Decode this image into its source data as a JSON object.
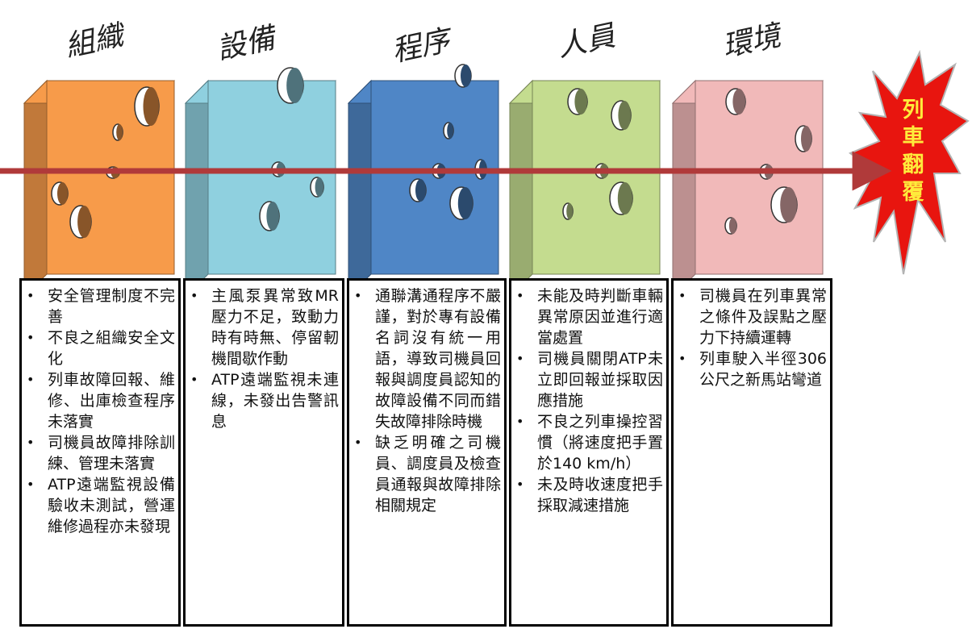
{
  "layers": [
    {
      "label": "組織",
      "color": "#f79b4a",
      "items": [
        "安全管理制度不完善",
        "不良之組織安全文化",
        "列車故障回報、維修、出庫檢查程序未落實",
        "司機員故障排除訓練、管理未落實",
        "ATP遠端監視設備驗收未測試，營運維修過程亦未發現"
      ]
    },
    {
      "label": "設備",
      "color": "#8fd0df",
      "items": [
        "主風泵異常致MR壓力不足，致動力時有時無、停留軔機間歇作動",
        "ATP遠端監視未連線，未發出告警訊息"
      ]
    },
    {
      "label": "程序",
      "color": "#4f86c6",
      "items": [
        "通聯溝通程序不嚴謹，對於專有設備名詞沒有統一用語，導致司機員回報與調度員認知的故障設備不同而錯失故障排除時機",
        "缺乏明確之司機員、調度員及檢查員通報與故障排除相關規定"
      ]
    },
    {
      "label": "人員",
      "color": "#c4dc8f",
      "items": [
        "未能及時判斷車輛異常原因並進行適當處置",
        "司機員關閉ATP未立即回報並採取因應措施",
        "不良之列車操控習慣（將速度把手置於140 km/h）",
        "未及時收速度把手採取減速措施"
      ]
    },
    {
      "label": "環境",
      "color": "#f1b9b9",
      "items": [
        "司機員在列車異常之條件及誤點之壓力下持續運轉",
        "列車駛入半徑306公尺之新馬站彎道"
      ]
    }
  ],
  "result": {
    "chars": [
      "列",
      "車",
      "翻",
      "覆"
    ],
    "burst_color": "#e8150f",
    "text_color": "#ffeb3b"
  },
  "arrow_color": "#b03a3a"
}
